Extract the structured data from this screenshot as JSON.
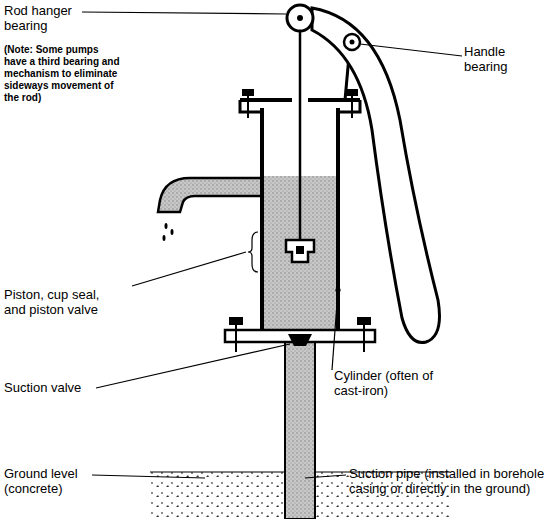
{
  "diagram": {
    "labels": [
      "Rod hanger bearing",
      "(Note: Some pumps have a third bearing and mechanism to eliminate sideways movement of the rod)",
      "Handle bearing",
      "Piston, cup seal, and piston valve",
      "Suction valve",
      "Cylinder (often of cast-iron)",
      "Ground level (concrete)",
      "Suction pipe (installed in borehole casing or directly in the ground)"
    ]
  }
}
